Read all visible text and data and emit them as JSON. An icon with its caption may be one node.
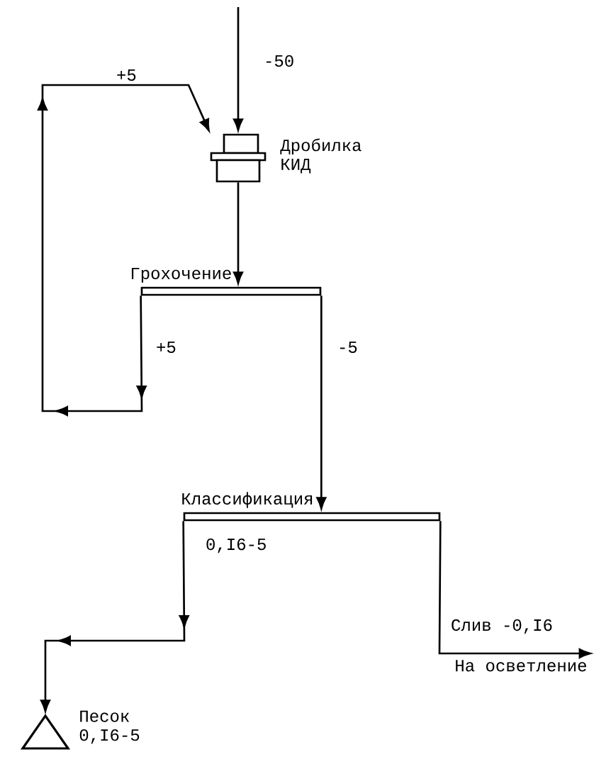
{
  "diagram": {
    "nodes": [
      {
        "text": [
          "Дробилка КИД"
        ]
      },
      {
        "text": [
          "Грохочение"
        ]
      },
      {
        "text": [
          "Классификация"
        ]
      },
      {
        "text": [
          "Песок 0,I6-5"
        ]
      },
      {
        "text": [
          "На осветление"
        ]
      }
    ],
    "edges": [
      {
        "from": null,
        "to": 0,
        "arrow": "to",
        "label": "-50"
      },
      {
        "from": 1,
        "to": 0,
        "arrow": "to",
        "label": "+5"
      },
      {
        "from": 0,
        "to": 1,
        "arrow": "to"
      },
      {
        "from": 1,
        "to": 2,
        "arrow": "to",
        "label": "-5"
      },
      {
        "from": 2,
        "to": 3,
        "arrow": "to",
        "label": "0,I6-5"
      },
      {
        "from": 2,
        "to": 4,
        "arrow": "to",
        "label": "Слив -0,I6"
      }
    ],
    "labels": [
      "+5"
    ]
  }
}
